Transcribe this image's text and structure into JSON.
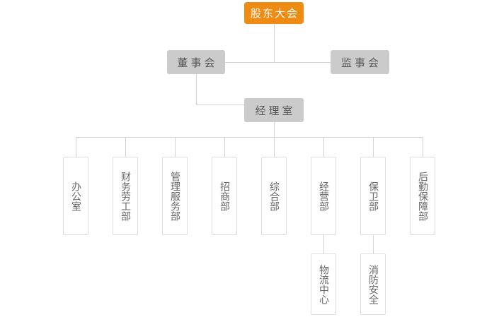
{
  "org_chart": {
    "root": {
      "label": "股东大会"
    },
    "level2": [
      {
        "label": "董事会"
      },
      {
        "label": "监事会"
      }
    ],
    "level3": {
      "label": "经理室"
    },
    "departments": [
      {
        "label": "办公室"
      },
      {
        "label": "财务劳工部"
      },
      {
        "label": "管理服务部"
      },
      {
        "label": "招商部"
      },
      {
        "label": "综合部"
      },
      {
        "label": "经营部"
      },
      {
        "label": "保卫部"
      },
      {
        "label": "后勤保障部"
      }
    ],
    "sub_departments": [
      {
        "label": "物流中心",
        "parent": "经营部"
      },
      {
        "label": "消防安全",
        "parent": "保卫部"
      }
    ],
    "colors": {
      "root_bg": "#ee8b12",
      "root_text": "#ffffff",
      "node_bg": "#cbcbcb",
      "node_text": "#555555",
      "leaf_border": "#dddddd",
      "leaf_text": "#666666",
      "connector": "#d3d3d3",
      "background": "#ffffff"
    }
  }
}
